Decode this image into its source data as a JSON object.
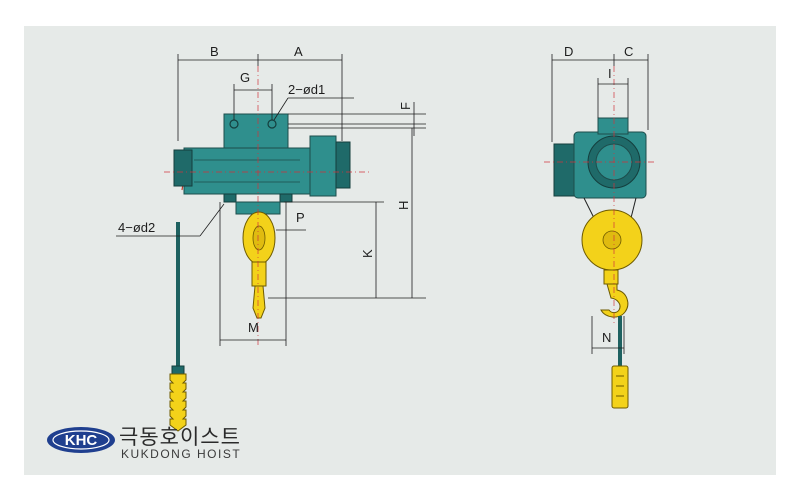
{
  "dimensions": {
    "A": "A",
    "B": "B",
    "C": "C",
    "D": "D",
    "F": "F",
    "G": "G",
    "H": "H",
    "I": "I",
    "K": "K",
    "M": "M",
    "N": "N",
    "P": "P",
    "hole_top": "2−ød1",
    "hole_bottom": "4−ød2"
  },
  "brand": {
    "badge": "KHC",
    "korean": "극동호이스트",
    "english": "KUKDONG HOIST"
  },
  "colors": {
    "background": "#e6eae8",
    "hoist_body": "#2f8f8d",
    "hook": "#f3d21a"
  }
}
